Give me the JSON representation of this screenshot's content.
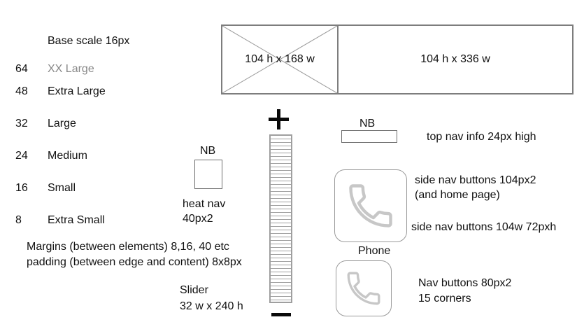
{
  "title": "Base scale 16px",
  "scale": {
    "rows": [
      {
        "size": "64",
        "label": "XX Large"
      },
      {
        "size": "48",
        "label": "Extra Large"
      },
      {
        "size": "32",
        "label": "Large"
      },
      {
        "size": "24",
        "label": "Medium"
      },
      {
        "size": "16",
        "label": "Small"
      },
      {
        "size": "8",
        "label": "Extra Small"
      }
    ]
  },
  "margins_note": {
    "line1": "Margins (between elements) 8,16, 40 etc",
    "line2": "padding (between edge and content) 8x8px"
  },
  "placeholders": {
    "small_label": "104 h x 168 w",
    "large_label": "104 h x 336 w"
  },
  "heat_nav": {
    "nb": "NB",
    "note_line1": "heat nav",
    "note_line2": "40px2"
  },
  "slider": {
    "note_line1": "Slider",
    "note_line2": "32 w x 240 h"
  },
  "top_nav": {
    "nb": "NB",
    "note": "top nav info 24px high"
  },
  "side_nav": {
    "note_line1": "side nav buttons 104px2",
    "note_line2": "(and home page)",
    "note_line3": "side nav buttons 104w 72pxh",
    "caption": "Phone"
  },
  "nav_small": {
    "note_line1": "Nav buttons 80px2",
    "note_line2": "15 corners"
  },
  "colors": {
    "text": "#111111",
    "muted_text": "#878787",
    "box_border": "#7d7d7d",
    "thin_border": "#6e6e6e",
    "button_border": "#9a9a9a",
    "phone_icon": "#c7c7c7",
    "hatch_gray": "#9f9f9f"
  }
}
